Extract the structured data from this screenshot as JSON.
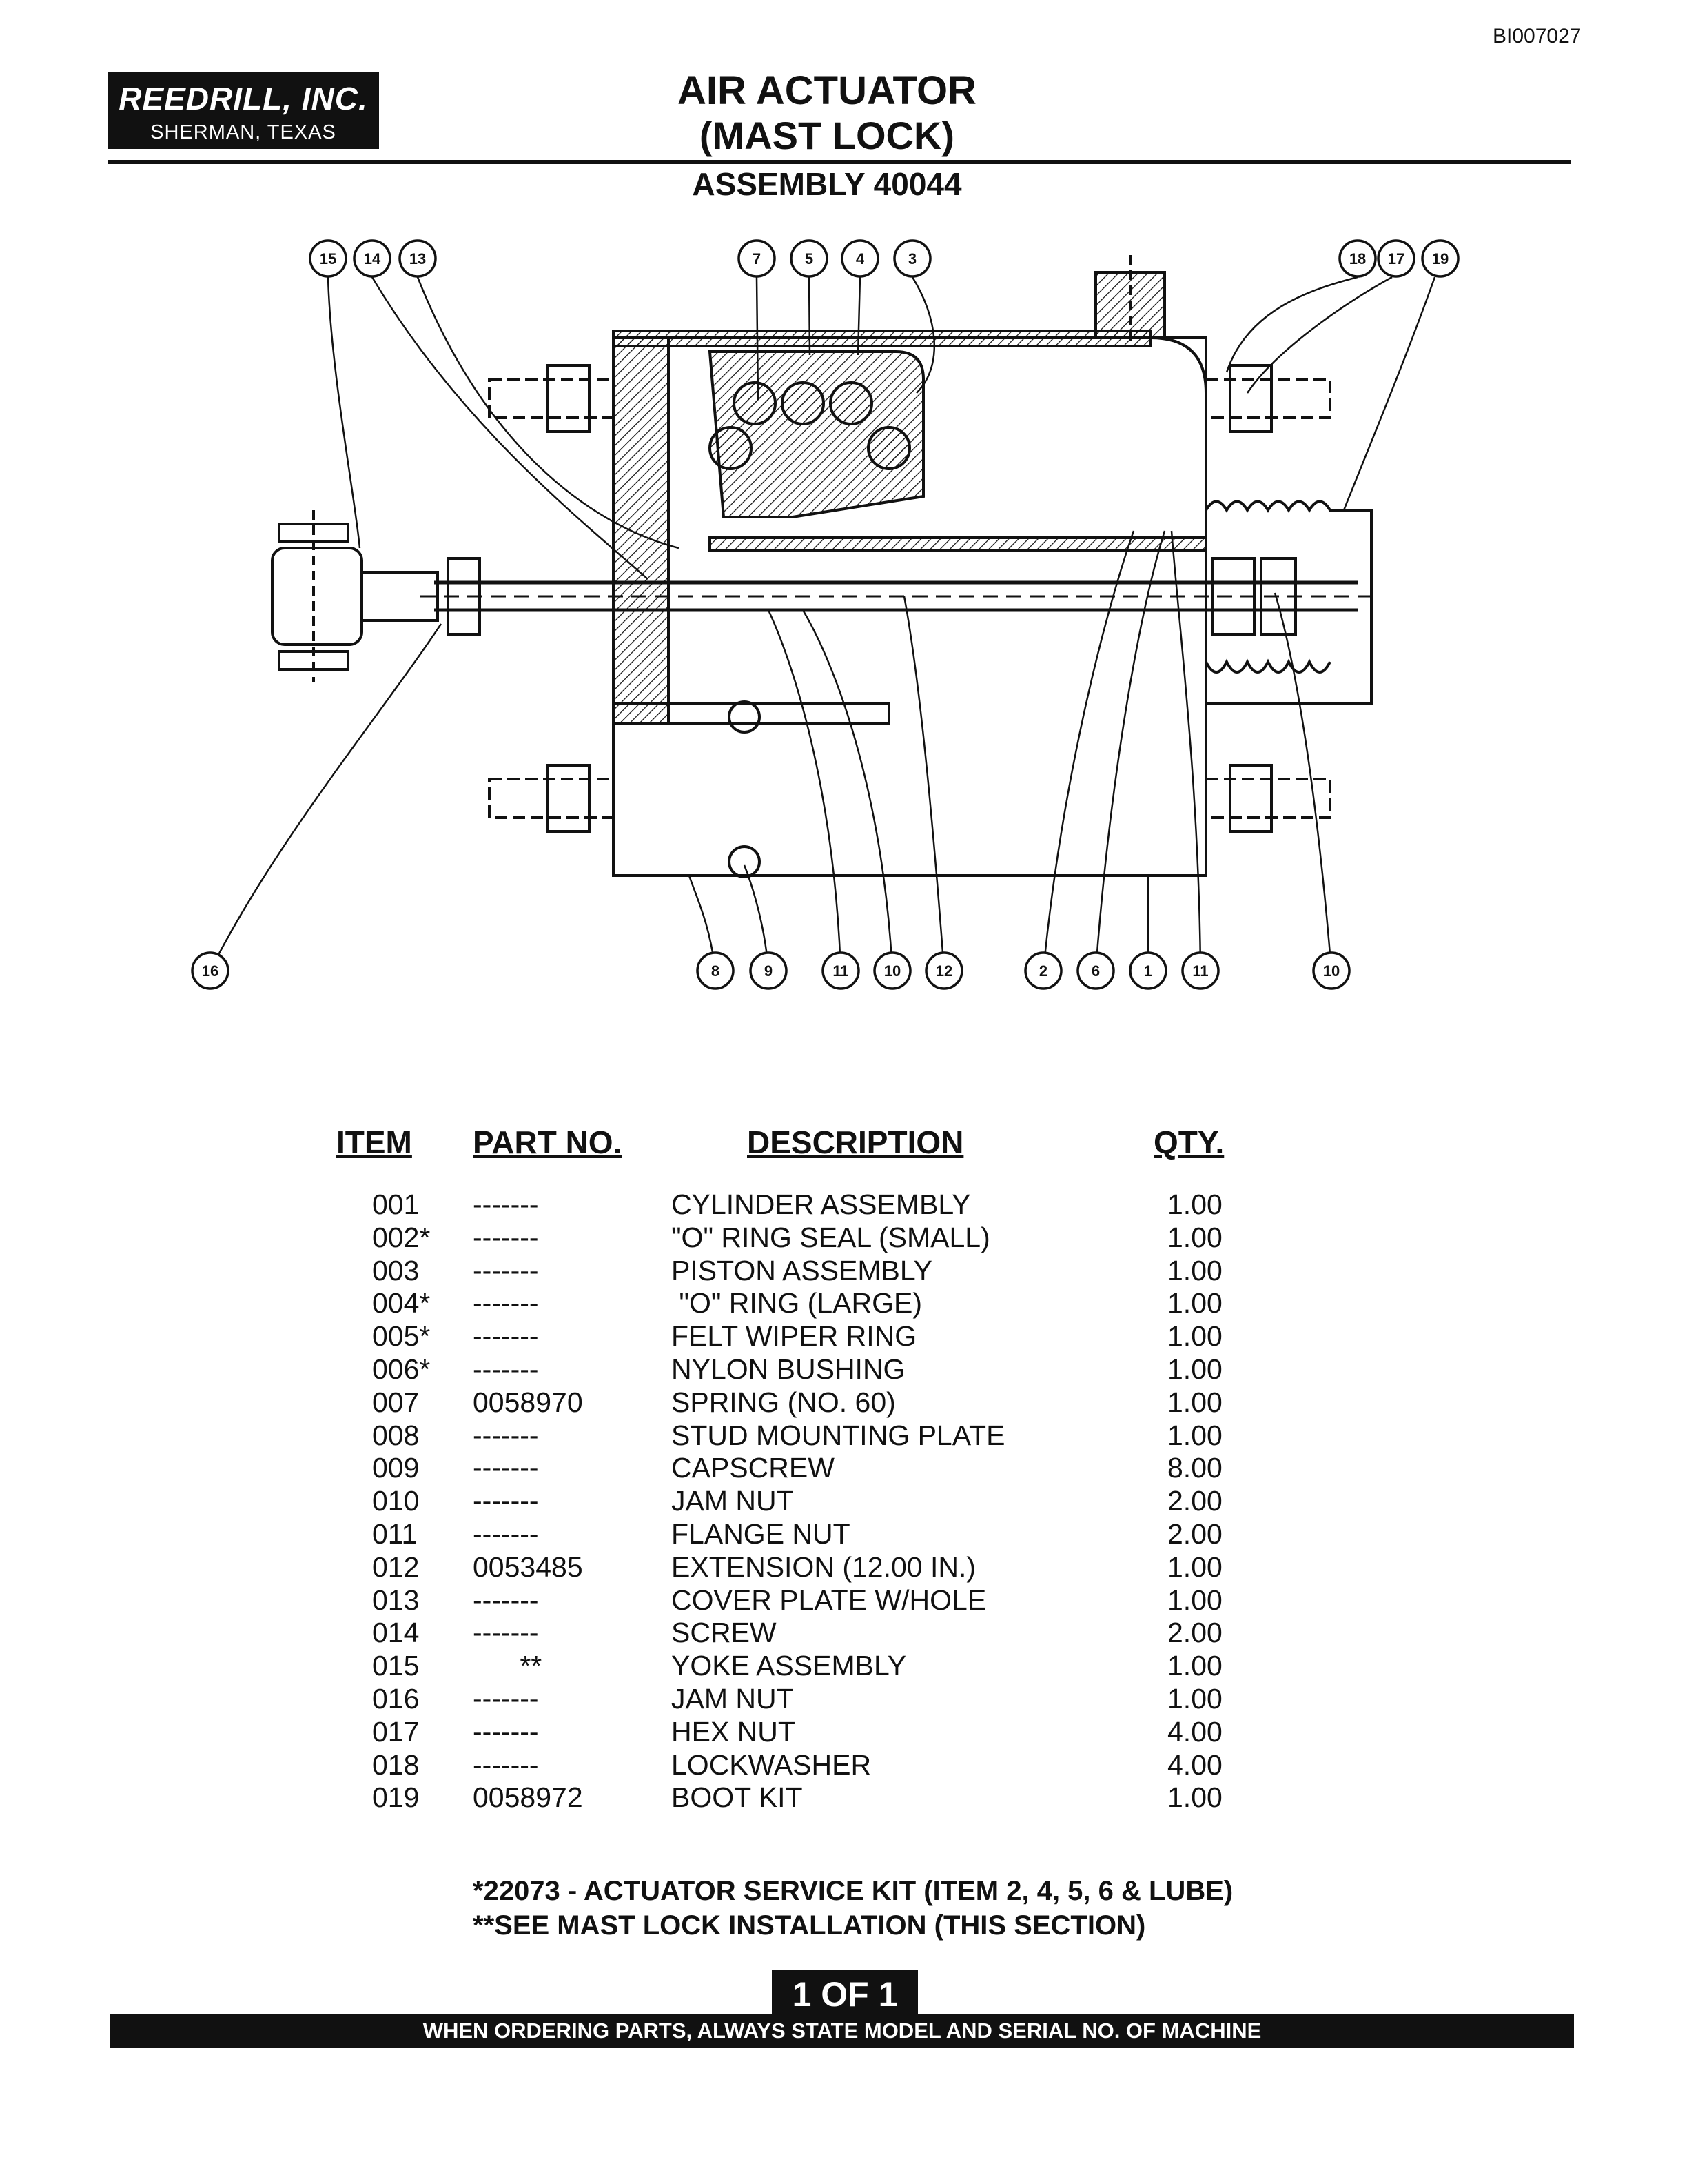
{
  "doc_id": "BI007027",
  "company": {
    "name": "REEDRILL, INC.",
    "location": "SHERMAN, TEXAS"
  },
  "title": {
    "line1": "AIR ACTUATOR",
    "line2": "(MAST LOCK)",
    "assembly": "ASSEMBLY 40044"
  },
  "diagram": {
    "callouts_top": [
      "15",
      "14",
      "13",
      "7",
      "5",
      "4",
      "3",
      "18",
      "17",
      "19"
    ],
    "callouts_bottom": [
      "16",
      "8",
      "9",
      "11",
      "10",
      "12",
      "2",
      "6",
      "1",
      "11",
      "10"
    ]
  },
  "parts_table": {
    "headers": {
      "item": "ITEM",
      "part_no": "PART NO.",
      "description": "DESCRIPTION",
      "qty": "QTY."
    },
    "rows": [
      {
        "item": "001",
        "part_no": "-------",
        "description": "CYLINDER ASSEMBLY",
        "qty": "1.00"
      },
      {
        "item": "002*",
        "part_no": "-------",
        "description": "\"O\" RING SEAL (SMALL)",
        "qty": "1.00"
      },
      {
        "item": "003",
        "part_no": "-------",
        "description": "PISTON ASSEMBLY",
        "qty": "1.00"
      },
      {
        "item": "004*",
        "part_no": "-------",
        "description": " \"O\" RING (LARGE)",
        "qty": "1.00"
      },
      {
        "item": "005*",
        "part_no": "-------",
        "description": "FELT WIPER RING",
        "qty": "1.00"
      },
      {
        "item": "006*",
        "part_no": "-------",
        "description": "NYLON BUSHING",
        "qty": "1.00"
      },
      {
        "item": "007",
        "part_no": "0058970",
        "description": "SPRING (NO. 60)",
        "qty": "1.00"
      },
      {
        "item": "008",
        "part_no": "-------",
        "description": "STUD MOUNTING PLATE",
        "qty": "1.00"
      },
      {
        "item": "009",
        "part_no": "-------",
        "description": "CAPSCREW",
        "qty": "8.00"
      },
      {
        "item": "010",
        "part_no": "-------",
        "description": "JAM NUT",
        "qty": "2.00"
      },
      {
        "item": "011",
        "part_no": "-------",
        "description": "FLANGE NUT",
        "qty": "2.00"
      },
      {
        "item": "012",
        "part_no": "0053485",
        "description": "EXTENSION (12.00 IN.)",
        "qty": "1.00"
      },
      {
        "item": "013",
        "part_no": "-------",
        "description": "COVER PLATE W/HOLE",
        "qty": "1.00"
      },
      {
        "item": "014",
        "part_no": "-------",
        "description": "SCREW",
        "qty": "2.00"
      },
      {
        "item": "015",
        "part_no": "      **",
        "description": "YOKE ASSEMBLY",
        "qty": "1.00"
      },
      {
        "item": "016",
        "part_no": "-------",
        "description": "JAM NUT",
        "qty": "1.00"
      },
      {
        "item": "017",
        "part_no": "-------",
        "description": "HEX NUT",
        "qty": "4.00"
      },
      {
        "item": "018",
        "part_no": "-------",
        "description": "LOCKWASHER",
        "qty": "4.00"
      },
      {
        "item": "019",
        "part_no": "0058972",
        "description": "BOOT KIT",
        "qty": "1.00"
      }
    ]
  },
  "notes": [
    "*22073 - ACTUATOR SERVICE KIT (ITEM 2, 4, 5, 6 & LUBE)",
    "**SEE MAST LOCK INSTALLATION (THIS SECTION)"
  ],
  "page": "1 OF 1",
  "footer": "WHEN ORDERING PARTS, ALWAYS STATE MODEL AND SERIAL NO. OF MACHINE"
}
